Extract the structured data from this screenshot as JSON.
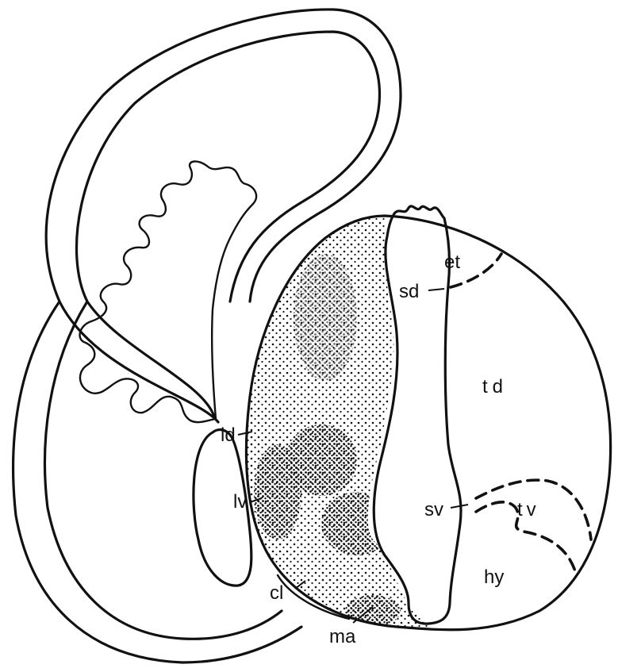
{
  "labels": {
    "et": "et",
    "sd": "sd",
    "td": "td",
    "ld": "ld",
    "lv": "lv",
    "sv": "sv",
    "tv": "tv",
    "hy": "hy",
    "cl": "cl",
    "ma": "ma"
  },
  "colors": {
    "ink": "#111111",
    "paper": "#ffffff"
  }
}
